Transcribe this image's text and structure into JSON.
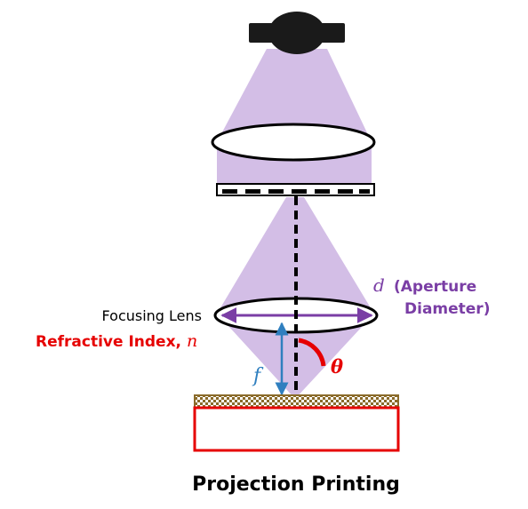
{
  "diagram": {
    "title": "Projection Printing",
    "focusing_lens_label": "Focusing Lens",
    "refractive_index_label": "Refractive Index,",
    "refractive_index_symbol": "n",
    "aperture_symbol": "d",
    "aperture_label_line1": "(Aperture",
    "aperture_label_line2": "Diameter)",
    "focal_length_symbol": "f",
    "angle_symbol": "θ"
  },
  "colors": {
    "light_beam": "#d3bee6",
    "lamp": "#1a1a1a",
    "aperture_arrow": "#7a3ea5",
    "focal_arrow": "#2f7fbf",
    "angle_arc": "#e60000",
    "refractive_label": "#e60000",
    "wafer_top": "#8a6b2a",
    "substrate_outline": "#e60000",
    "optical_axis": "#000000"
  },
  "icons": {
    "source": "lamp-icon",
    "condenser": "lens-icon",
    "mask": "photomask-icon",
    "wafer": "wafer-icon"
  }
}
